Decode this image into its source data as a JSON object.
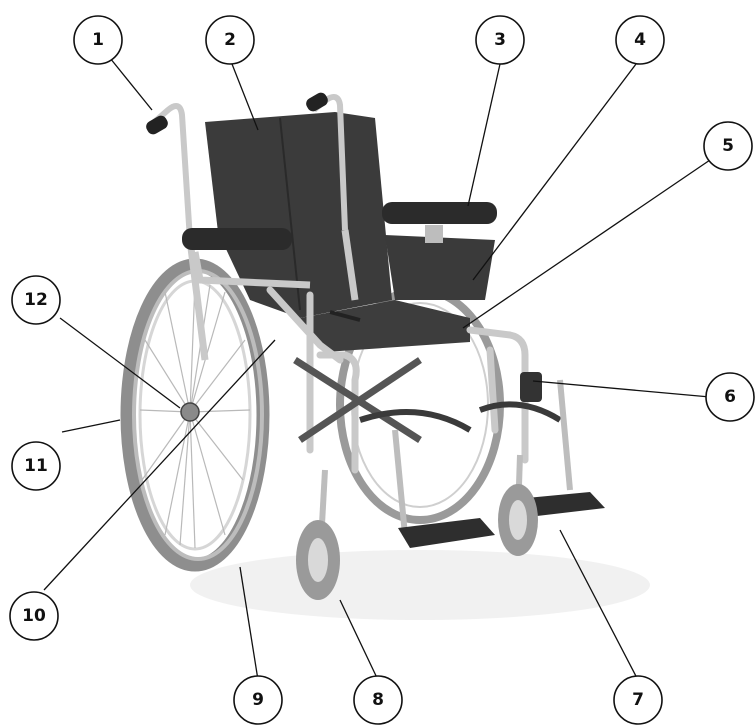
{
  "figure": {
    "subject": "wheelchair",
    "colors": {
      "frame": "#c9c9c9",
      "upholstery": "#3b3b3b",
      "tire": "#9a9a9a",
      "outline": "#111111"
    }
  },
  "callouts": [
    {
      "label": "1",
      "target": "push-handle"
    },
    {
      "label": "2",
      "target": "backrest"
    },
    {
      "label": "3",
      "target": "armrest-pad"
    },
    {
      "label": "4",
      "target": "side-panel"
    },
    {
      "label": "5",
      "target": "seat"
    },
    {
      "label": "6",
      "target": "footrest-release-lever"
    },
    {
      "label": "7",
      "target": "footplate"
    },
    {
      "label": "8",
      "target": "castor-wheel"
    },
    {
      "label": "9",
      "target": "rear-wheel-tire"
    },
    {
      "label": "10",
      "target": "cross-brace"
    },
    {
      "label": "11",
      "target": "handrim"
    },
    {
      "label": "12",
      "target": "quick-release-axle"
    }
  ]
}
